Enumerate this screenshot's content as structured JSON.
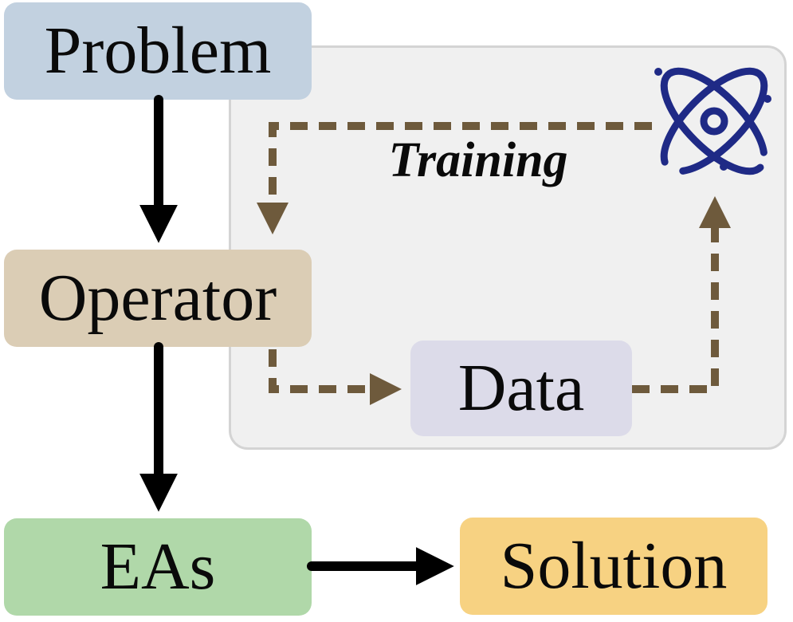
{
  "diagram": {
    "nodes": {
      "problem": "Problem",
      "operator": "Operator",
      "data": "Data",
      "eas": "EAs",
      "solution": "Solution"
    },
    "training_label": "Training",
    "icons": {
      "model": "atom-icon"
    },
    "colors": {
      "problem": "#c2d1e0",
      "operator": "#dbcdb5",
      "data": "#dcdbe9",
      "eas": "#b0d8a9",
      "solution": "#f7d282",
      "panel": "#f0f0f0",
      "dashed_arrow": "#6e5a3c",
      "solid_arrow": "#000000",
      "atom": "#1f2a86"
    }
  }
}
